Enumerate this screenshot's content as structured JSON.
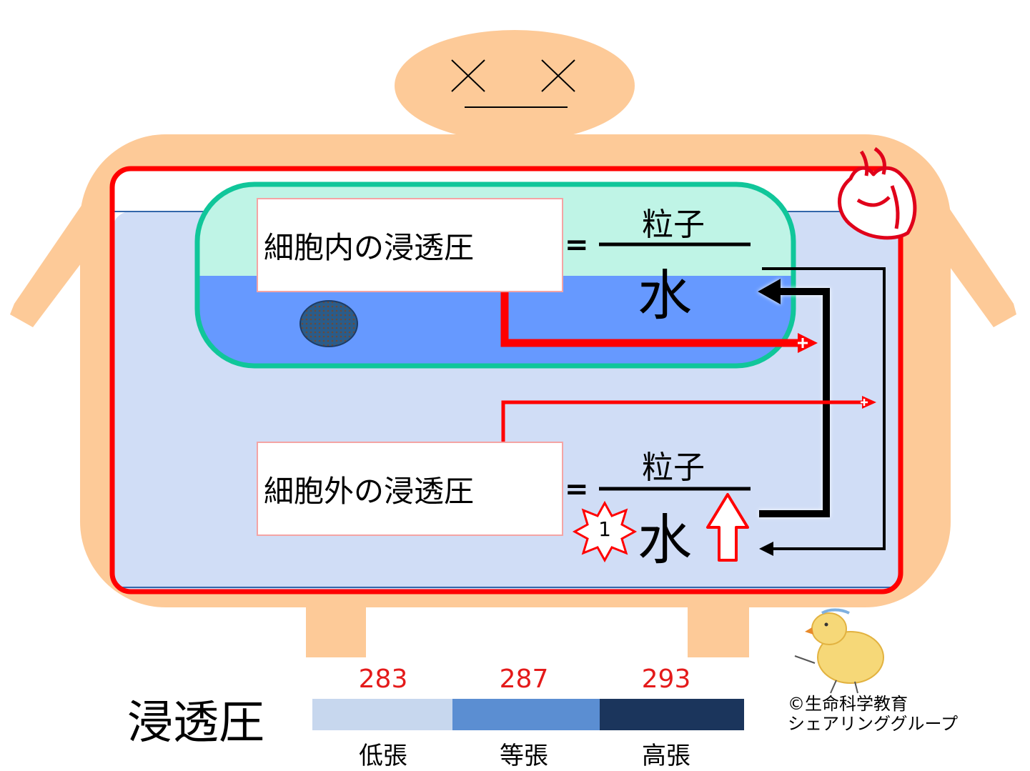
{
  "intracellular": {
    "label": "細胞内の浸透圧",
    "equals": "=",
    "numerator": "粒子",
    "denominator": "水"
  },
  "extracellular": {
    "label": "細胞外の浸透圧",
    "equals": "=",
    "numerator": "粒子",
    "denominator": "水",
    "badge": "1"
  },
  "scale": {
    "title": "浸透圧",
    "values": [
      "283",
      "287",
      "293"
    ],
    "labels": [
      "低張",
      "等張",
      "高張"
    ],
    "colors": [
      "#c7d7ee",
      "#5b8ed2",
      "#1b355c"
    ]
  },
  "copyright": {
    "line1": "©生命科学教育",
    "line2": "シェアリンググループ"
  },
  "colors": {
    "body": "#fdca98",
    "vessel": "#ff0000",
    "extracellular_fluid": "#d0ddf6",
    "cell_border": "#10c69a",
    "cell_top": "#bff4e6",
    "cell_fluid": "#6699ff",
    "arrow_blue": "#0033cc"
  }
}
